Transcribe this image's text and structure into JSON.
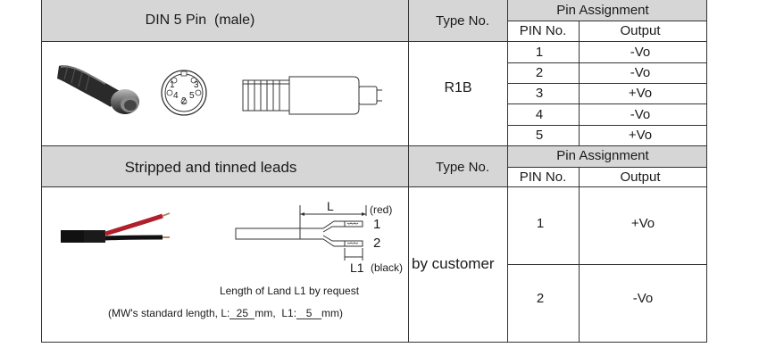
{
  "section1": {
    "title": "DIN 5 Pin  (male)",
    "type_header": "Type No.",
    "pin_assignment_header": "Pin Assignment",
    "pin_no_header": "PIN No.",
    "output_header": "Output",
    "type_value": "R1B",
    "pin_face_labels": [
      "1",
      "2",
      "3",
      "4",
      "5"
    ],
    "rows": [
      {
        "pin": "1",
        "output": "-Vo"
      },
      {
        "pin": "2",
        "output": "-Vo"
      },
      {
        "pin": "3",
        "output": "+Vo"
      },
      {
        "pin": "4",
        "output": "-Vo"
      },
      {
        "pin": "5",
        "output": "+Vo"
      }
    ]
  },
  "section2": {
    "title": "Stripped and tinned leads",
    "type_header": "Type No.",
    "pin_assignment_header": "Pin Assignment",
    "pin_no_header": "PIN No.",
    "output_header": "Output",
    "type_value": "by customer",
    "diagram": {
      "L": "L",
      "red": "(red)",
      "one": "1",
      "two": "2",
      "l1": "L1",
      "black": "(black)"
    },
    "note_line1": "Length of Land L1 by request",
    "note_prefix": "(MW's standard length, L:",
    "L_value": "25",
    "mid": "mm,  L1:",
    "L1_value": "5",
    "note_suffix": "mm)",
    "rows": [
      {
        "pin": "1",
        "output": "+Vo"
      },
      {
        "pin": "2",
        "output": "-Vo"
      }
    ]
  }
}
